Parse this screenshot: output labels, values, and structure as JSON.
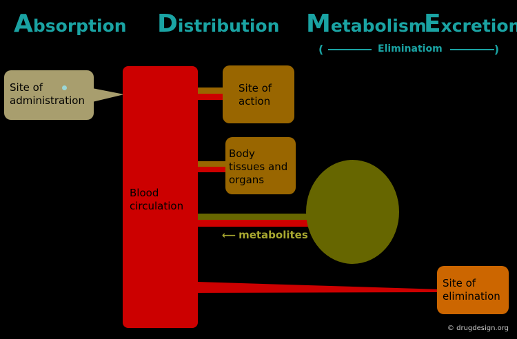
{
  "headings": {
    "absorption": {
      "cap": "A",
      "rest": "bsorption"
    },
    "distribution": {
      "cap": "D",
      "rest": "istribution"
    },
    "metabolism": {
      "cap": "M",
      "rest": "etabolism"
    },
    "excretion": {
      "cap": "E",
      "rest": "xcretion"
    }
  },
  "elimination_label": "Eliminatiom",
  "boxes": {
    "site_of_administration": {
      "line1": "Site of",
      "line2": "administration"
    },
    "blood_circulation": {
      "line1": "Blood",
      "line2": "circulation"
    },
    "site_of_action": {
      "line1": "Site of",
      "line2": "action"
    },
    "body_tissues": {
      "line1": "Body",
      "line2": "tissues and",
      "line3": "organs"
    },
    "site_of_elimination": {
      "line1": "Site of",
      "line2": "elimination"
    }
  },
  "metabolites_label": "metabolites",
  "copyright": "© drugdesign.org",
  "colors": {
    "heading_teal": "#1aa3a3",
    "blood_red": "#cc0000",
    "tissue_brown": "#996600",
    "liver_olive": "#666600",
    "elimination_orange": "#cc6600",
    "administration_tan": "#a89e6e"
  }
}
